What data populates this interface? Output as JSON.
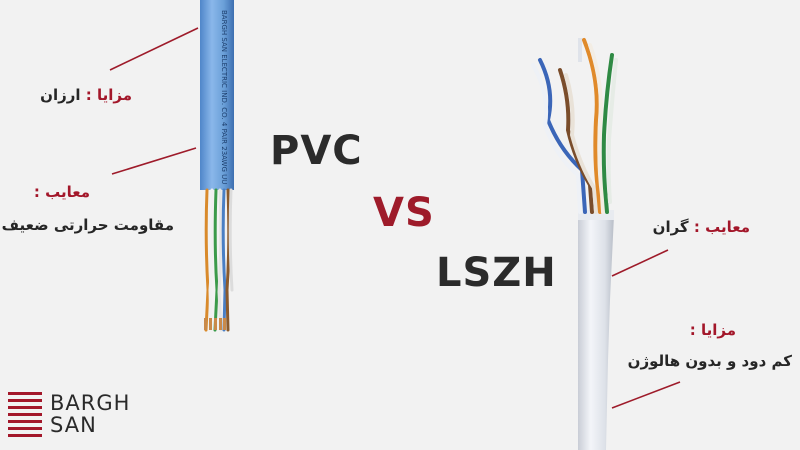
{
  "title": {
    "left": "PVC",
    "vs": "VS",
    "right": "LSZH"
  },
  "pvc": {
    "pros_label": "مزایا :",
    "pros_text": "ارزان",
    "cons_label": "معایب :",
    "cons_text": "مقاومت حرارتی ضعیف"
  },
  "lszh": {
    "cons_label": "معایب :",
    "cons_text": "گران",
    "pros_label": "مزایا :",
    "pros_text": "کم دود و بدون هالوژن"
  },
  "logo": {
    "line1": "BARGH",
    "line2": "SAN"
  },
  "colors": {
    "accent": "#9e1b2a",
    "pvc_jacket": "#6a9fd8",
    "lszh_jacket": "#dfe3ea",
    "background": "#f2f2f2"
  }
}
